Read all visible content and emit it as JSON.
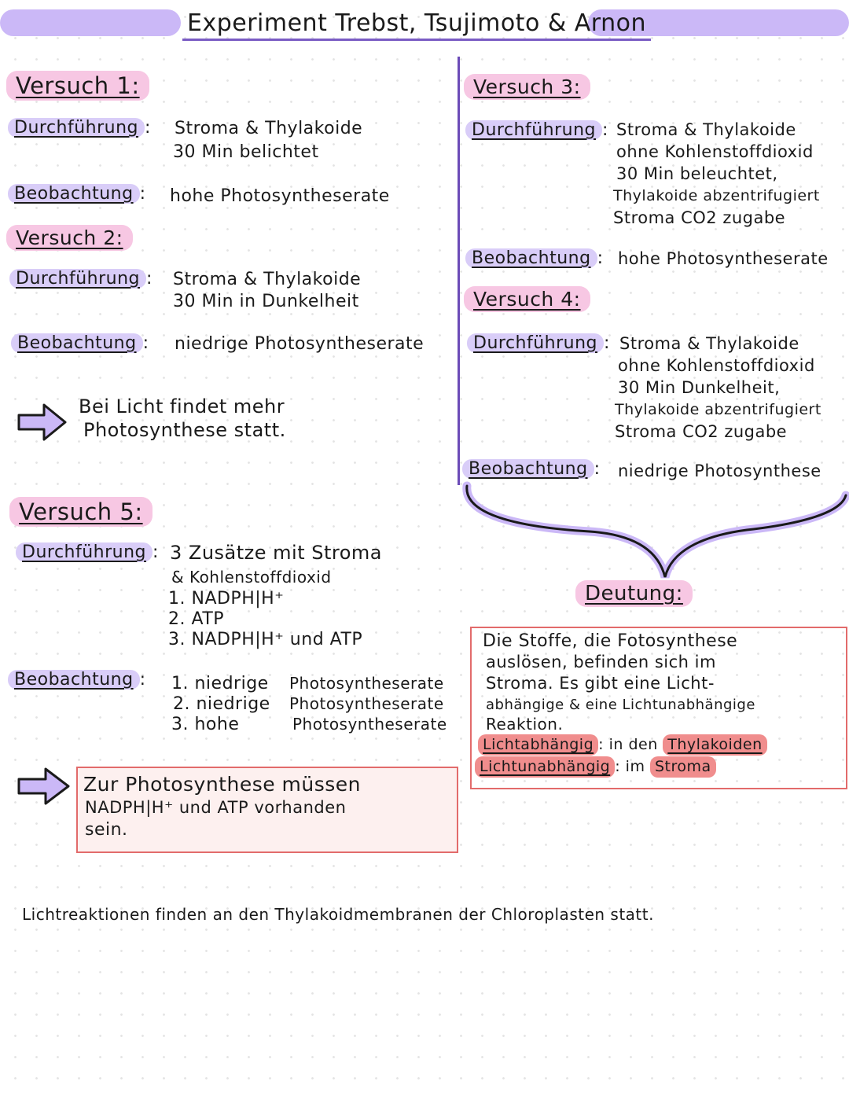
{
  "title": "Experiment  Trebst, Tsujimoto & Arnon",
  "labels": {
    "durchfuehrung": "Durchführung",
    "beobachtung": "Beobachtung"
  },
  "v1": {
    "heading": "Versuch 1:",
    "d1": "Stroma & Thylakoide",
    "d2": "30 Min belichtet",
    "b": "hohe Photosyntheserate"
  },
  "v2": {
    "heading": "Versuch 2:",
    "d1": "Stroma & Thylakoide",
    "d2": "30 Min in Dunkelheit",
    "b": "niedrige Photosyntheserate"
  },
  "conclusion1": {
    "l1": "Bei Licht findet mehr",
    "l2": "Photosynthese statt."
  },
  "v3": {
    "heading": "Versuch 3:",
    "d1": "Stroma & Thylakoide",
    "d2": "ohne Kohlenstoffdioxid",
    "d3": "30 Min beleuchtet,",
    "d4": "Thylakoide abzentrifugiert",
    "d5": "Stroma CO2 zugabe",
    "b": "hohe Photosyntheserate"
  },
  "v4": {
    "heading": "Versuch 4:",
    "d1": "Stroma & Thylakoide",
    "d2": "ohne Kohlenstoffdioxid",
    "d3": "30 Min Dunkelheit,",
    "d4": "Thylakoide abzentrifugiert",
    "d5": "Stroma CO2 zugabe",
    "b": "niedrige Photosynthese"
  },
  "v5": {
    "heading": "Versuch 5:",
    "d1": "3 Zusätze mit Stroma",
    "d2": "& Kohlenstoffdioxid",
    "d3": "1. NADPH|H⁺",
    "d4": "2. ATP",
    "d5": "3. NADPH|H⁺ und ATP",
    "b1": "1. niedrige",
    "b2": "2. niedrige",
    "b3": "3. hohe",
    "r1": "Photosyntheserate",
    "r2": "Photosyntheserate",
    "r3": "Photosyntheserate"
  },
  "conclusion5": {
    "l1": "Zur Photosynthese müssen",
    "l2": "NADPH|H⁺ und ATP vorhanden",
    "l3": "sein."
  },
  "deutung": {
    "heading": "Deutung:",
    "l1": "Die Stoffe, die Fotosynthese",
    "l2": "auslösen, befinden sich im",
    "l3": "Stroma. Es gibt eine Licht-",
    "l4": "abhängige & eine Lichtunabhängige",
    "l5": "Reaktion.",
    "a_label": "Lichtabhängig",
    "a_sep": ": in den",
    "a_value": "Thylakoiden",
    "u_label": "Lichtunabhängig",
    "u_sep": ": im",
    "u_value": "Stroma"
  },
  "footer": "Lichtreaktionen finden an den Thylakoidmembranen der Chloroplasten statt.",
  "colors": {
    "lavender": "#cbb8f7",
    "pink": "#f7c7e3",
    "red": "#e26b6b",
    "purple_line": "#6b4bb8"
  }
}
